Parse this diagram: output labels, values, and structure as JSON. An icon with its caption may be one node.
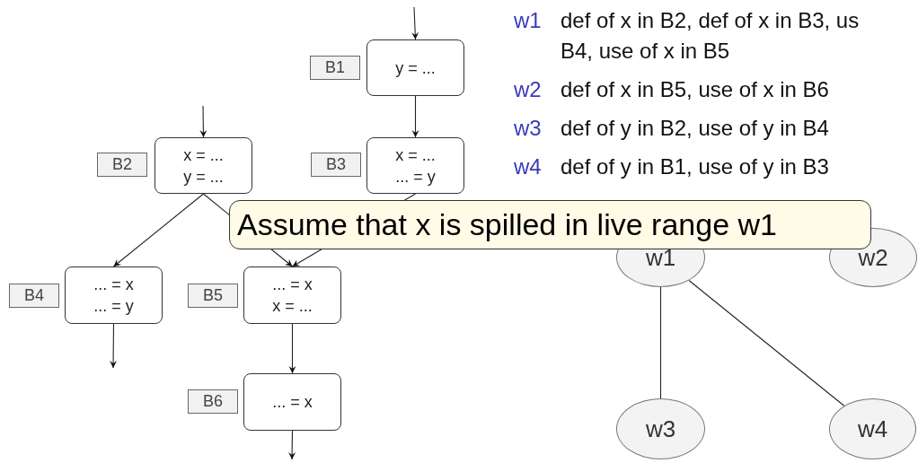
{
  "diagram": {
    "nodes": [
      {
        "text": [
          "B1"
        ]
      },
      {
        "text": [
          "y = ..."
        ]
      },
      {
        "text": [
          "B2"
        ]
      },
      {
        "text": [
          "x = ...",
          "y = ..."
        ]
      },
      {
        "text": [
          "B3"
        ]
      },
      {
        "text": [
          "x = ...",
          "... = y"
        ]
      },
      {
        "text": [
          "B4"
        ]
      },
      {
        "text": [
          "... = x",
          "... = y"
        ]
      },
      {
        "text": [
          "B5"
        ]
      },
      {
        "text": [
          "... = x",
          "x = ..."
        ]
      },
      {
        "text": [
          "B6"
        ]
      },
      {
        "text": [
          "... = x"
        ]
      },
      {
        "text": [
          "w1"
        ]
      },
      {
        "text": [
          "w2"
        ]
      },
      {
        "text": [
          "w3"
        ]
      },
      {
        "text": [
          "w4"
        ]
      }
    ],
    "edges": [
      {
        "from": null,
        "to": 1,
        "arrow": "to"
      },
      {
        "from": 1,
        "to": 5,
        "arrow": "to"
      },
      {
        "from": null,
        "to": 3,
        "arrow": "to"
      },
      {
        "from": 3,
        "to": 7,
        "arrow": "to"
      },
      {
        "from": 3,
        "to": 9,
        "arrow": "to"
      },
      {
        "from": 5,
        "to": 9,
        "arrow": "to"
      },
      {
        "from": 7,
        "to": null,
        "arrow": "to"
      },
      {
        "from": 9,
        "to": 11,
        "arrow": "to"
      },
      {
        "from": 11,
        "to": null,
        "arrow": "to"
      },
      {
        "from": 12,
        "to": 14,
        "arrow": "none"
      },
      {
        "from": 12,
        "to": 15,
        "arrow": "none"
      }
    ],
    "labels": [
      "w1",
      "def of x in B2, def of x in B3, us B4, use of x in B5",
      "w2",
      "def of x in B5, use of x in B6",
      "w3",
      "def of y in B2, use of y in B4",
      "w4",
      "def of y in B1, use of y in B3",
      "Assume that x is spilled in live range w1"
    ]
  }
}
